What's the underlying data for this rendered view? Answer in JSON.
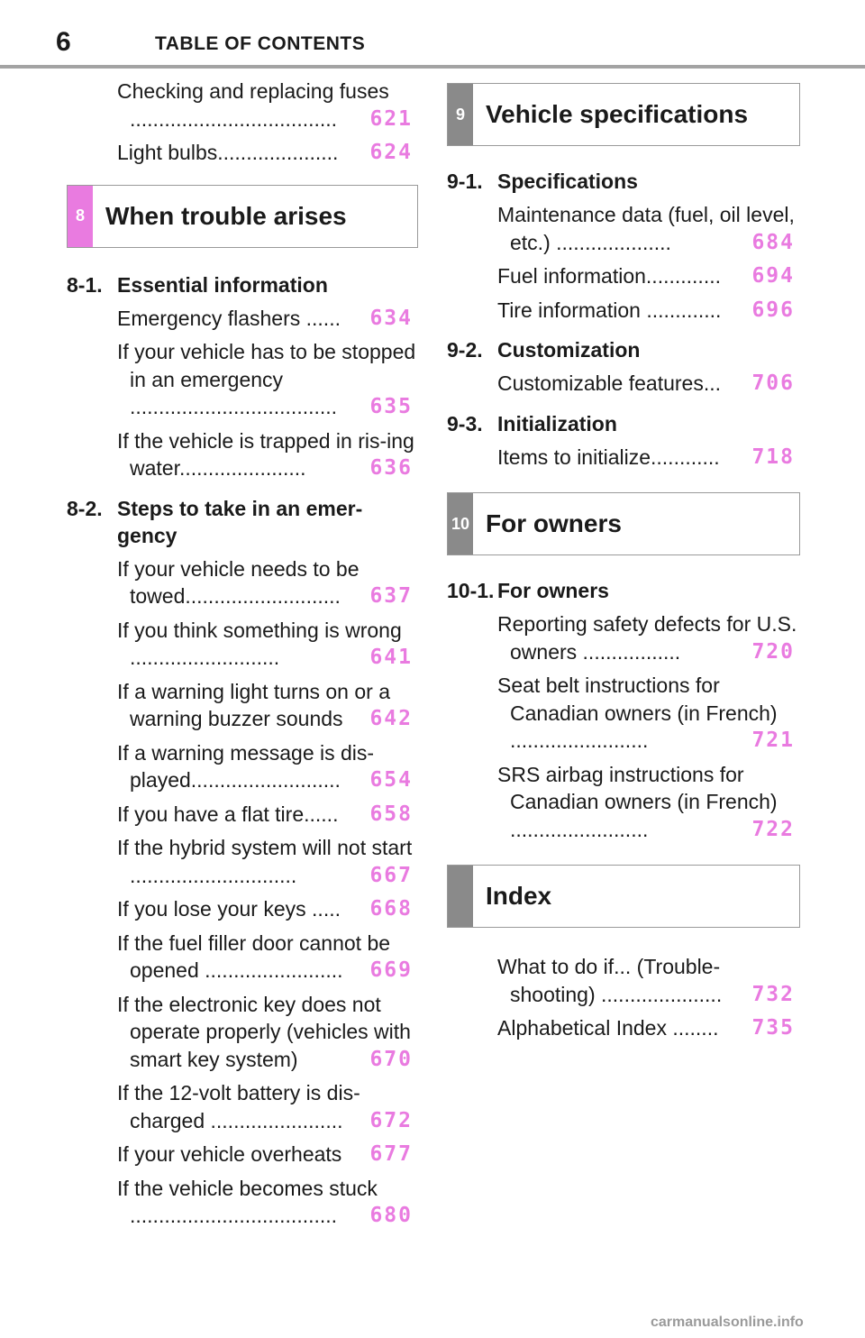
{
  "header": {
    "page_number": "6",
    "title": "TABLE OF CONTENTS"
  },
  "colors": {
    "accent": "#e97be0",
    "chapter_box": "#8a8a8a"
  },
  "left_top_entries": [
    {
      "title": "Checking and replacing fuses",
      "dots": "....................................",
      "page": "621"
    },
    {
      "title": "Light bulbs",
      "dots": ".....................",
      "page": "624"
    }
  ],
  "chapter8": {
    "number": "8",
    "title": "When trouble arises",
    "sections": [
      {
        "number": "8-1.",
        "title": "Essential information",
        "entries": [
          {
            "title": "Emergency flashers",
            "dots": "......",
            "page": "634"
          },
          {
            "title": "If your vehicle has to be stopped in an emergency",
            "dots": "....................................",
            "page": "635"
          },
          {
            "title": "If the vehicle is trapped in ris-ing water",
            "dots": "......................",
            "page": "636"
          }
        ]
      },
      {
        "number": "8-2.",
        "title": "Steps to take in an emer-gency",
        "entries": [
          {
            "title": "If your vehicle needs to be towed",
            "dots": "...........................",
            "page": "637"
          },
          {
            "title": "If you think something is wrong",
            "dots": "..........................",
            "page": "641"
          },
          {
            "title": "If a warning light turns on or a warning buzzer sounds",
            "dots": "",
            "page": "642"
          },
          {
            "title": "If a warning message is dis-played",
            "dots": "..........................",
            "page": "654"
          },
          {
            "title": "If you have a flat tire",
            "dots": "......",
            "page": "658"
          },
          {
            "title": "If the hybrid system will not start",
            "dots": ".............................",
            "page": "667"
          },
          {
            "title": "If you lose your keys",
            "dots": ".....",
            "page": "668"
          },
          {
            "title": "If the fuel filler door cannot be opened",
            "dots": "........................",
            "page": "669"
          },
          {
            "title": "If the electronic key does not operate properly (vehicles with smart key system)",
            "dots": "",
            "page": "670"
          },
          {
            "title": "If the 12-volt battery is dis-charged",
            "dots": ".......................",
            "page": "672"
          },
          {
            "title": "If your vehicle overheats",
            "dots": "",
            "page": "677"
          },
          {
            "title": "If the vehicle becomes stuck",
            "dots": "....................................",
            "page": "680"
          }
        ]
      }
    ]
  },
  "chapter9": {
    "number": "9",
    "title": "Vehicle specifications",
    "sections": [
      {
        "number": "9-1.",
        "title": "Specifications",
        "entries": [
          {
            "title": "Maintenance data (fuel, oil level, etc.)",
            "dots": "....................",
            "page": "684"
          },
          {
            "title": "Fuel information",
            "dots": ".............",
            "page": "694"
          },
          {
            "title": "Tire information",
            "dots": ".............",
            "page": "696"
          }
        ]
      },
      {
        "number": "9-2.",
        "title": "Customization",
        "entries": [
          {
            "title": "Customizable features",
            "dots": "...",
            "page": "706"
          }
        ]
      },
      {
        "number": "9-3.",
        "title": "Initialization",
        "entries": [
          {
            "title": "Items to initialize",
            "dots": "............",
            "page": "718"
          }
        ]
      }
    ]
  },
  "chapter10": {
    "number": "10",
    "title": "For owners",
    "sections": [
      {
        "number": "10-1.",
        "title": "For owners",
        "entries": [
          {
            "title": "Reporting safety defects for U.S. owners",
            "dots": ".................",
            "page": "720"
          },
          {
            "title": "Seat belt instructions for Canadian owners (in French)",
            "dots": "........................",
            "page": "721"
          },
          {
            "title": "SRS airbag instructions for Canadian owners (in French)",
            "dots": "........................",
            "page": "722"
          }
        ]
      }
    ]
  },
  "index": {
    "title": "Index",
    "entries": [
      {
        "title": "What to do if... (Trouble-shooting)",
        "dots": ".....................",
        "page": "732"
      },
      {
        "title": "Alphabetical Index",
        "dots": "........",
        "page": "735"
      }
    ]
  },
  "watermark": "carmanualsonline.info"
}
